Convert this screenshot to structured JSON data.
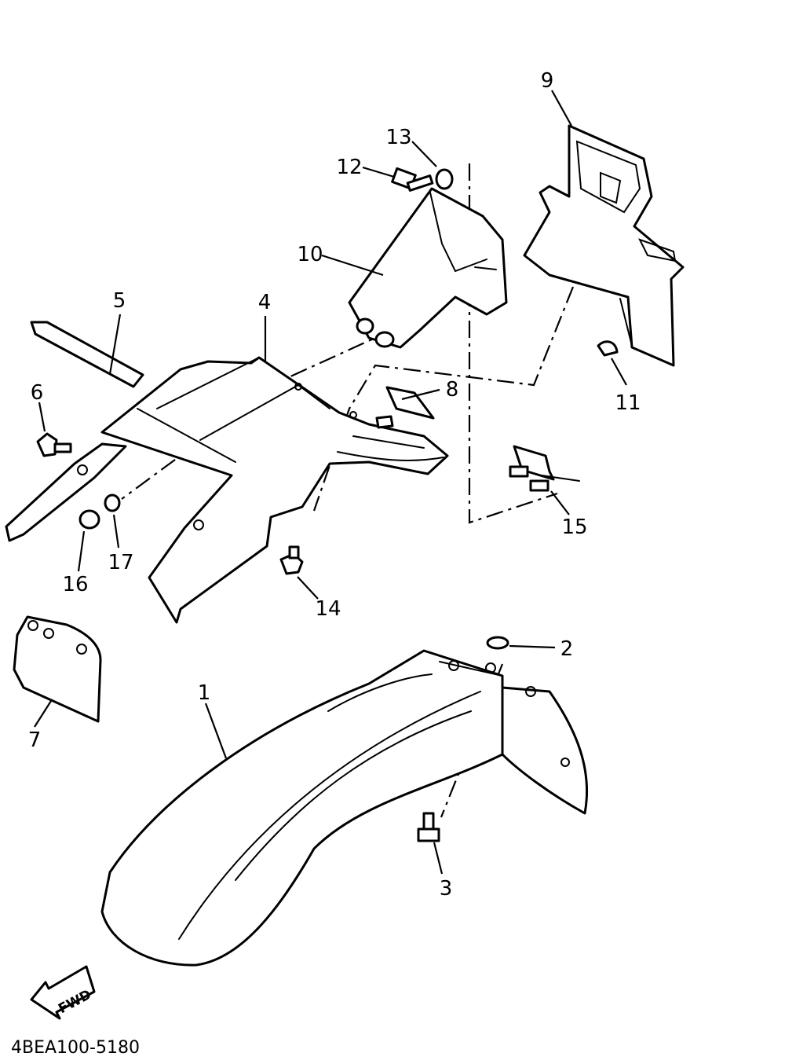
{
  "diagram_code": "4BEA100-5180",
  "fwd_label": "FWD",
  "callouts": {
    "c1": "1",
    "c2": "2",
    "c3": "3",
    "c4": "4",
    "c5": "5",
    "c6": "6",
    "c7": "7",
    "c8": "8",
    "c9": "9",
    "c10": "10",
    "c11": "11",
    "c12": "12",
    "c13": "13",
    "c14": "14",
    "c15": "15",
    "c16": "16",
    "c17": "17"
  }
}
